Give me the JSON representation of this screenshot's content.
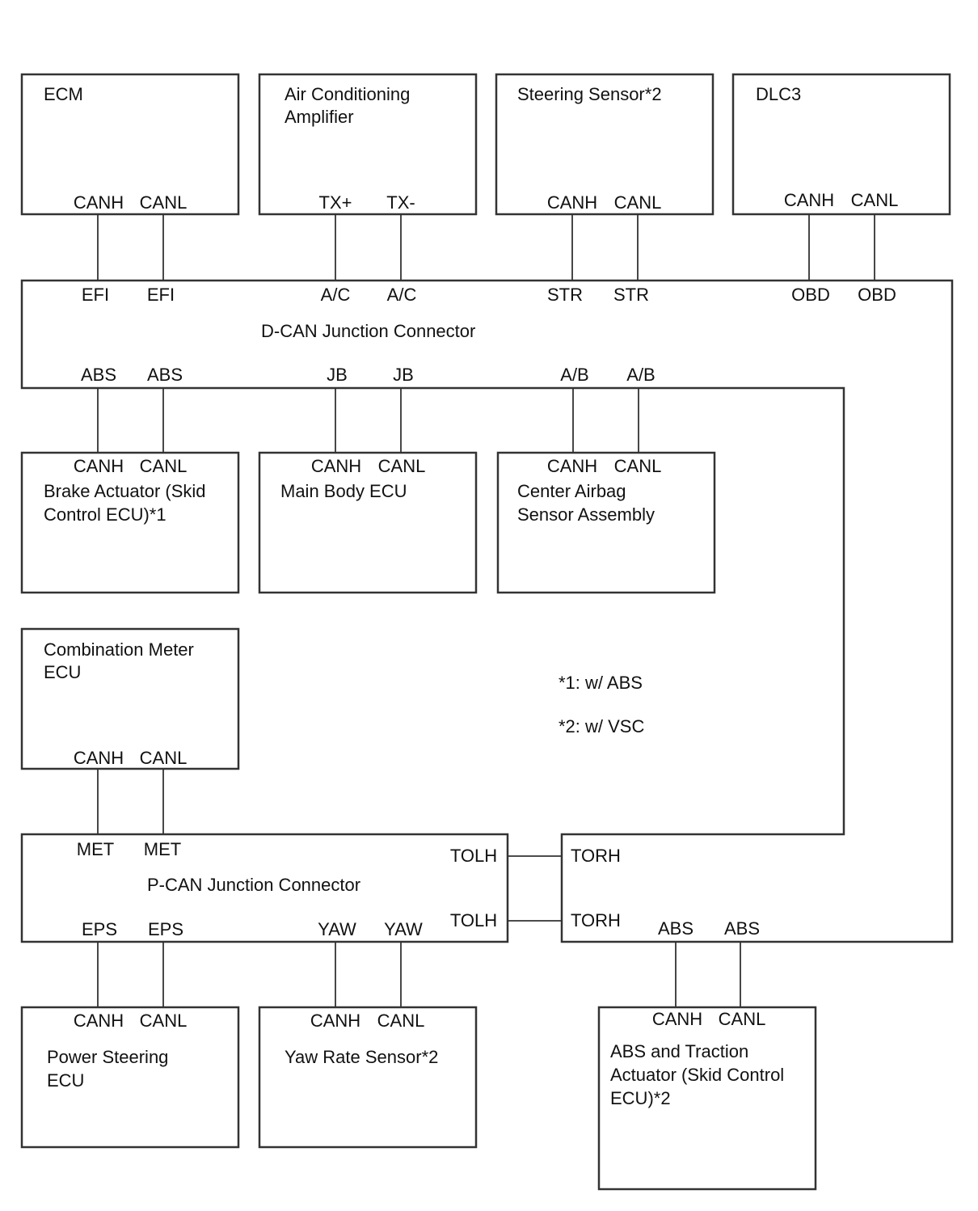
{
  "modules": {
    "ecm": {
      "name": [
        "ECM"
      ],
      "pins": [
        "CANH",
        "CANL"
      ]
    },
    "ac_amp": {
      "name": [
        "Air Conditioning",
        "Amplifier"
      ],
      "pins": [
        "TX+",
        "TX-"
      ]
    },
    "steering": {
      "name": [
        "Steering Sensor*2"
      ],
      "pins": [
        "CANH",
        "CANL"
      ]
    },
    "dlc3": {
      "name": [
        "DLC3"
      ],
      "pins": [
        "CANH",
        "CANL"
      ]
    },
    "brake": {
      "name": [
        "Brake Actuator (Skid",
        "Control ECU)*1"
      ],
      "pins": [
        "CANH",
        "CANL"
      ]
    },
    "main_body": {
      "name": [
        "Main Body ECU"
      ],
      "pins": [
        "CANH",
        "CANL"
      ]
    },
    "airbag": {
      "name": [
        "Center Airbag",
        "Sensor Assembly"
      ],
      "pins": [
        "CANH",
        "CANL"
      ]
    },
    "combo_meter": {
      "name": [
        "Combination Meter",
        "ECU"
      ],
      "pins": [
        "CANH",
        "CANL"
      ]
    },
    "power_steering": {
      "name": [
        "Power Steering",
        "ECU"
      ],
      "pins": [
        "CANH",
        "CANL"
      ]
    },
    "yaw": {
      "name": [
        "Yaw Rate Sensor*2"
      ],
      "pins": [
        "CANH",
        "CANL"
      ]
    },
    "abs_traction": {
      "name": [
        "ABS and Traction",
        "Actuator (Skid Control",
        "ECU)*2"
      ],
      "pins": [
        "CANH",
        "CANL"
      ]
    }
  },
  "dcan": {
    "title": "D-CAN Junction Connector",
    "top_pins": [
      "EFI",
      "EFI",
      "A/C",
      "A/C",
      "STR",
      "STR",
      "OBD",
      "OBD"
    ],
    "bottom_pins": [
      "ABS",
      "ABS",
      "JB",
      "JB",
      "A/B",
      "A/B"
    ]
  },
  "pcan": {
    "title": "P-CAN Junction Connector",
    "top_pins": [
      "MET",
      "MET"
    ],
    "right_pins": [
      "TOLH",
      "TOLH"
    ],
    "bottom_pins": [
      "EPS",
      "EPS",
      "YAW",
      "YAW"
    ]
  },
  "tor": {
    "left_pins": [
      "TORH",
      "TORH"
    ],
    "bottom_pins": [
      "ABS",
      "ABS"
    ]
  },
  "notes": [
    "*1: w/ ABS",
    "*2: w/ VSC"
  ]
}
